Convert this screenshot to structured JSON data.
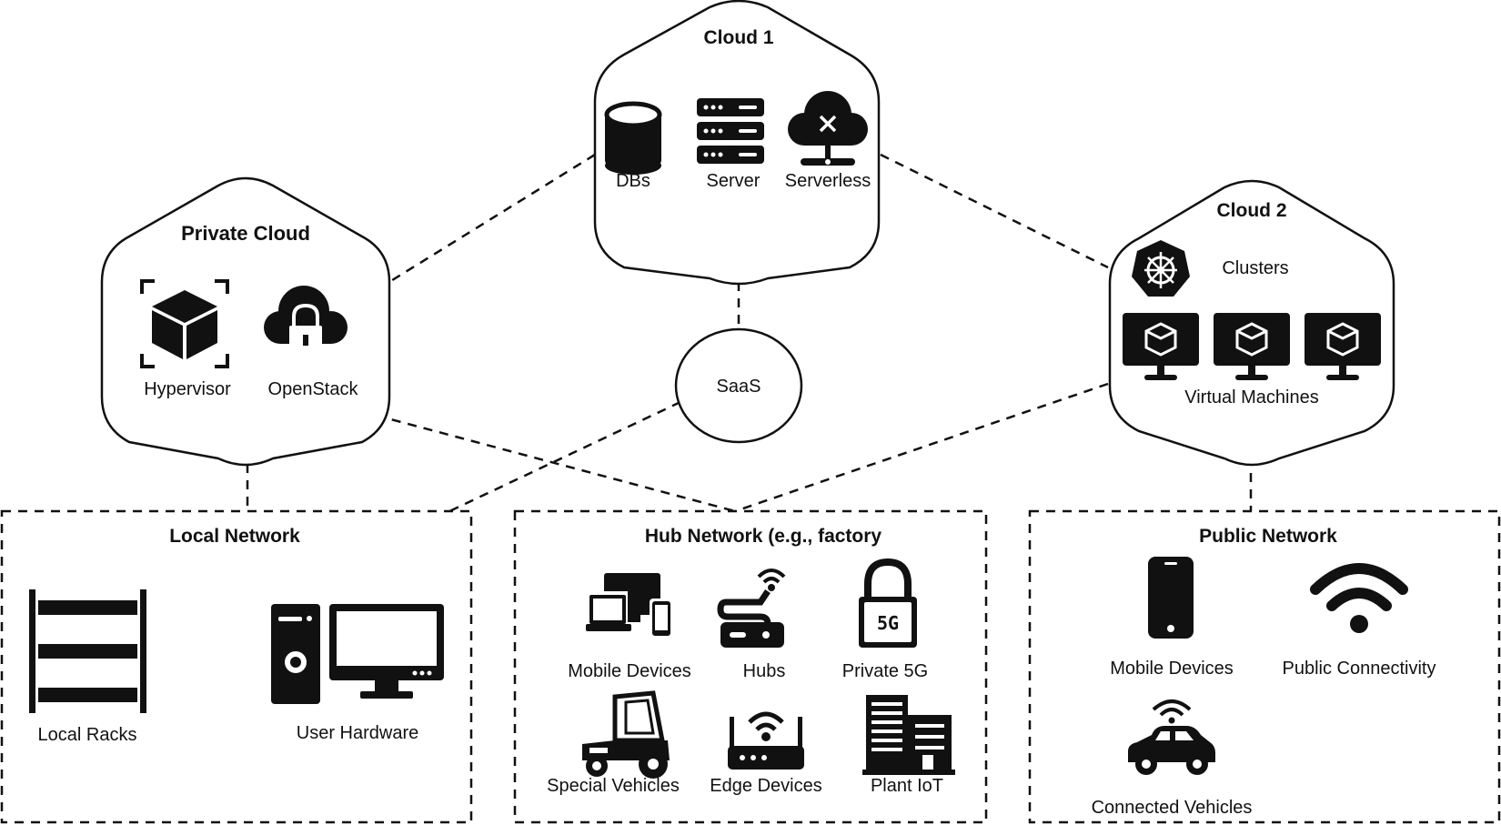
{
  "cloud1": {
    "title": "Cloud 1",
    "items": [
      {
        "label": "DBs",
        "icon": "database-icon"
      },
      {
        "label": "Server",
        "icon": "server-icon"
      },
      {
        "label": "Serverless",
        "icon": "serverless-icon"
      }
    ]
  },
  "private_cloud": {
    "title": "Private Cloud",
    "items": [
      {
        "label": "Hypervisor",
        "icon": "cube-icon"
      },
      {
        "label": "OpenStack",
        "icon": "cloud-lock-icon"
      }
    ]
  },
  "cloud2": {
    "title": "Cloud 2",
    "clusters_label": "Clusters",
    "vms_label": "Virtual Machines"
  },
  "saas": {
    "label": "SaaS"
  },
  "local_network": {
    "title": "Local Network",
    "items": [
      {
        "label": "Local Racks",
        "icon": "rack-icon"
      },
      {
        "label": "User Hardware",
        "icon": "desktop-icon"
      }
    ]
  },
  "hub_network": {
    "title": "Hub Network (e.g., factory",
    "items": [
      {
        "label": "Mobile Devices",
        "icon": "devices-icon"
      },
      {
        "label": "Hubs",
        "icon": "hub-icon"
      },
      {
        "label": "Private 5G",
        "icon": "lock-5g-icon",
        "badge": "5G"
      },
      {
        "label": "Special Vehicles",
        "icon": "vehicle-icon"
      },
      {
        "label": "Edge Devices",
        "icon": "router-icon"
      },
      {
        "label": "Plant IoT",
        "icon": "building-icon"
      }
    ]
  },
  "public_network": {
    "title": "Public Network",
    "items": [
      {
        "label": "Mobile Devices",
        "icon": "phone-icon"
      },
      {
        "label": "Public Connectivity",
        "icon": "wifi-icon"
      },
      {
        "label": "Connected Vehicles",
        "icon": "connected-car-icon"
      }
    ]
  }
}
